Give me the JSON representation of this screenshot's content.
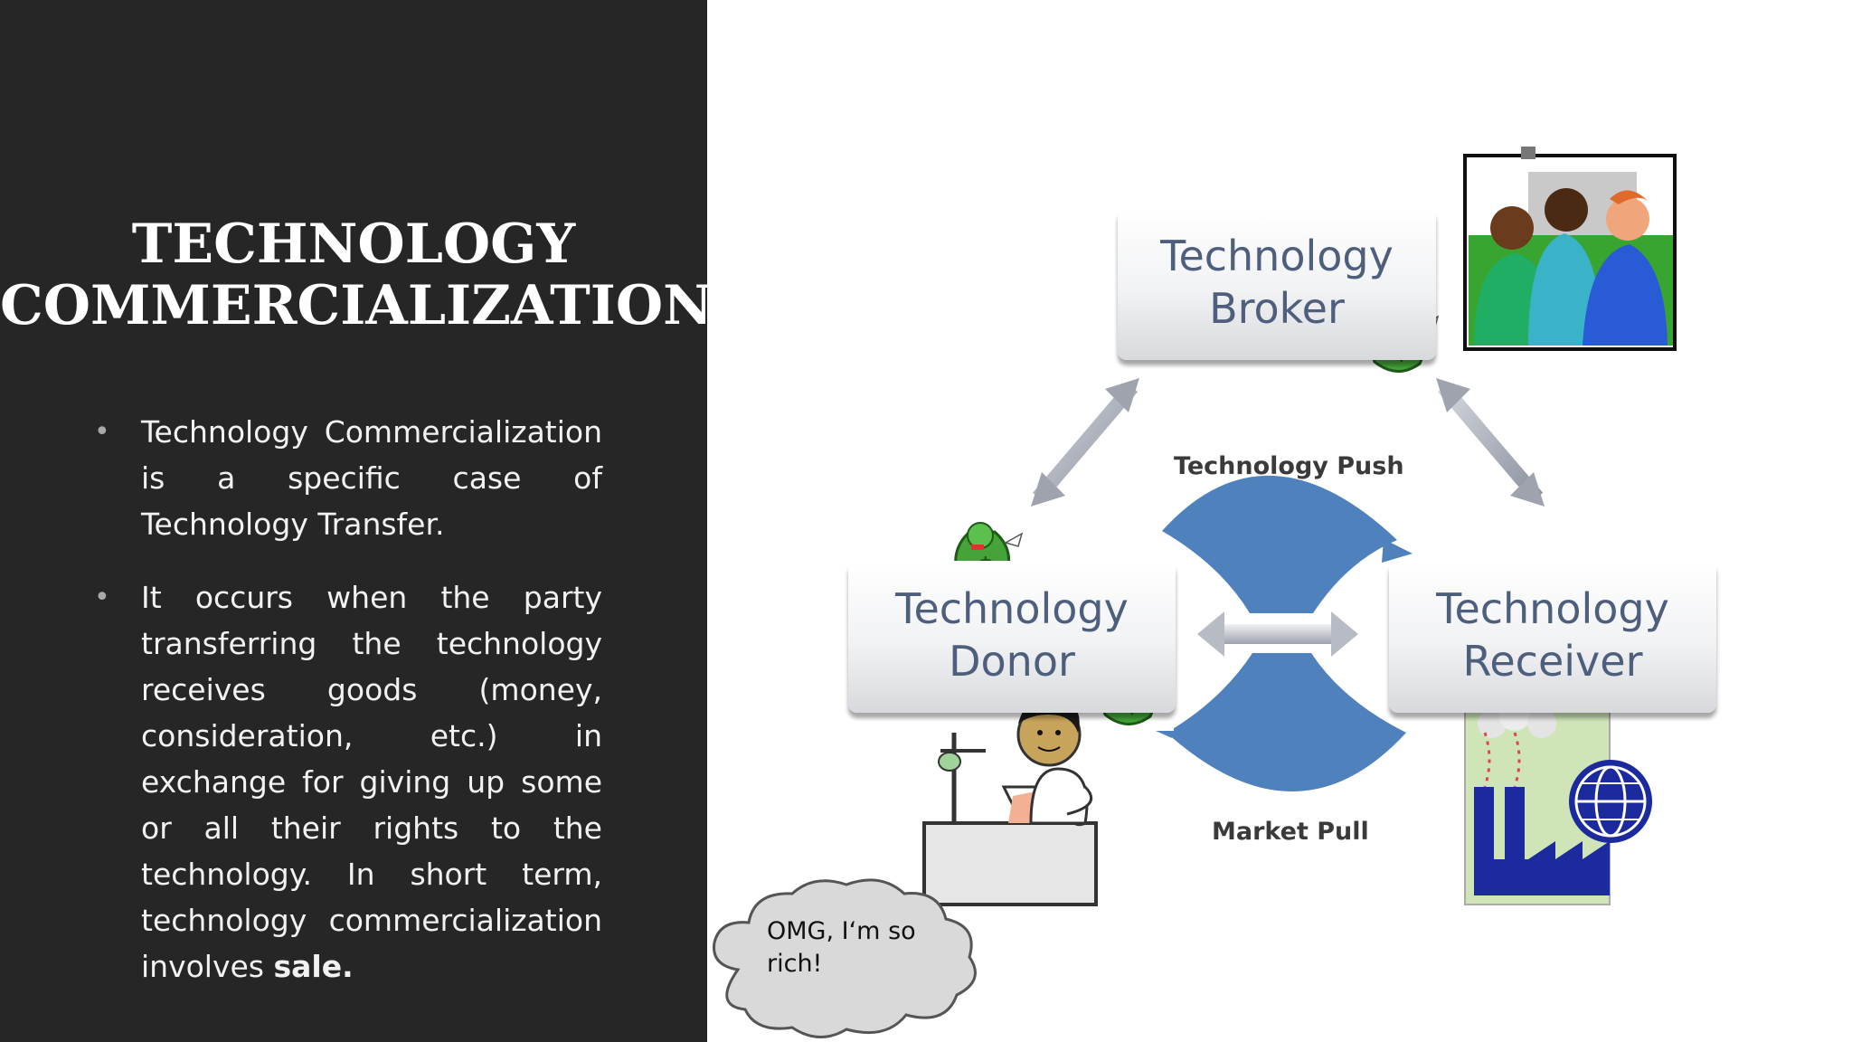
{
  "slide": {
    "title_line1": "TECHNOLOGY",
    "title_line2": "COMMERCIALIZATION",
    "bullets": [
      {
        "text": "Technology Commercialization is a specific case of Technology Transfer."
      },
      {
        "text": "It occurs when the party transferring the technology receives goods (money, consideration, etc.) in exchange for giving up some or all their rights to the technology. In short term, technology commercialization involves ",
        "emphasis": "sale."
      }
    ]
  },
  "diagram": {
    "broker_line1": "Technology",
    "broker_line2": "Broker",
    "donor_line1": "Technology",
    "donor_line2": "Donor",
    "receiver_line1": "Technology",
    "receiver_line2": "Receiver",
    "push_label": "Technology Push",
    "pull_label": "Market Pull",
    "cloud_text": "OMG, I‘m so rich!"
  },
  "colors": {
    "left_panel": "#262627",
    "box_text": "#4d5f7c",
    "flow_blue": "#4f81bd",
    "arrow_grey": "#a7acb8"
  },
  "icons": [
    "money-bag-icon",
    "business-people-clipart",
    "scientist-clipart",
    "factory-globe-clipart"
  ]
}
